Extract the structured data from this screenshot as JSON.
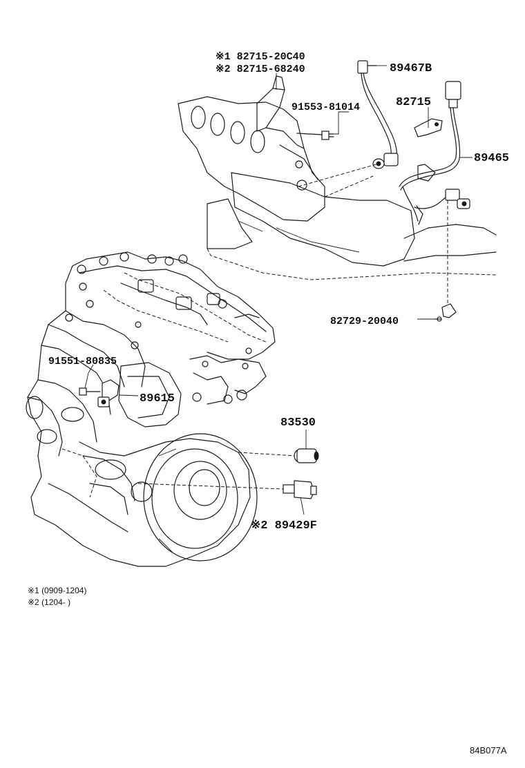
{
  "labels": {
    "p_82715_20c40": "※1 82715-20C40",
    "p_82715_68240": "※2 82715-68240",
    "p_89467b": "89467B",
    "p_91553_81014": "91553-81014",
    "p_82715": "82715",
    "p_89465": "89465",
    "p_82729_20040": "82729-20040",
    "p_91551_80835": "91551-80835",
    "p_89615": "89615",
    "p_83530": "83530",
    "p_89429f": "※2 89429F"
  },
  "notes": {
    "note1": "※1 (0909-1204)",
    "note2": "※2 (1204-       )"
  },
  "illustration_code": "84B077A"
}
